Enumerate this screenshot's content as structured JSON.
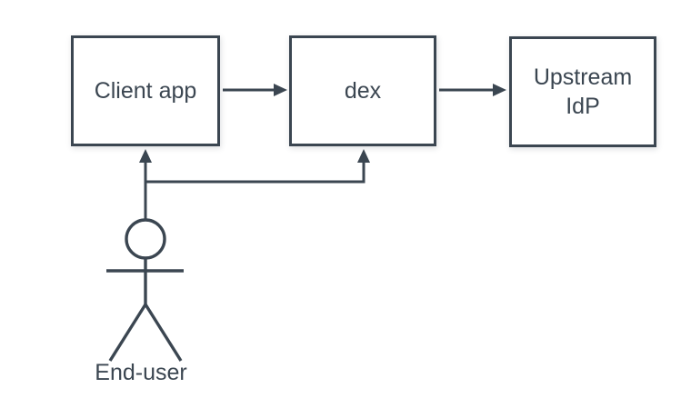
{
  "diagram": {
    "type": "flow-diagram",
    "background_color": "#ffffff",
    "stroke_color": "#3b4651",
    "node_fill_color": "#ffffff",
    "nodes": [
      {
        "id": "client-app",
        "label": "Client app"
      },
      {
        "id": "dex",
        "label": "dex"
      },
      {
        "id": "upstream-idp",
        "label": "Upstream IdP"
      }
    ],
    "actor": {
      "id": "end-user",
      "label": "End-user",
      "icon": "stick-figure-actor-icon"
    },
    "edges": [
      {
        "from": "client-app",
        "to": "dex",
        "style": "solid-arrow"
      },
      {
        "from": "dex",
        "to": "upstream-idp",
        "style": "solid-arrow"
      },
      {
        "from": "end-user",
        "to": "client-app",
        "style": "solid-arrow"
      },
      {
        "from": "end-user",
        "to": "dex",
        "style": "solid-arrow"
      }
    ]
  }
}
